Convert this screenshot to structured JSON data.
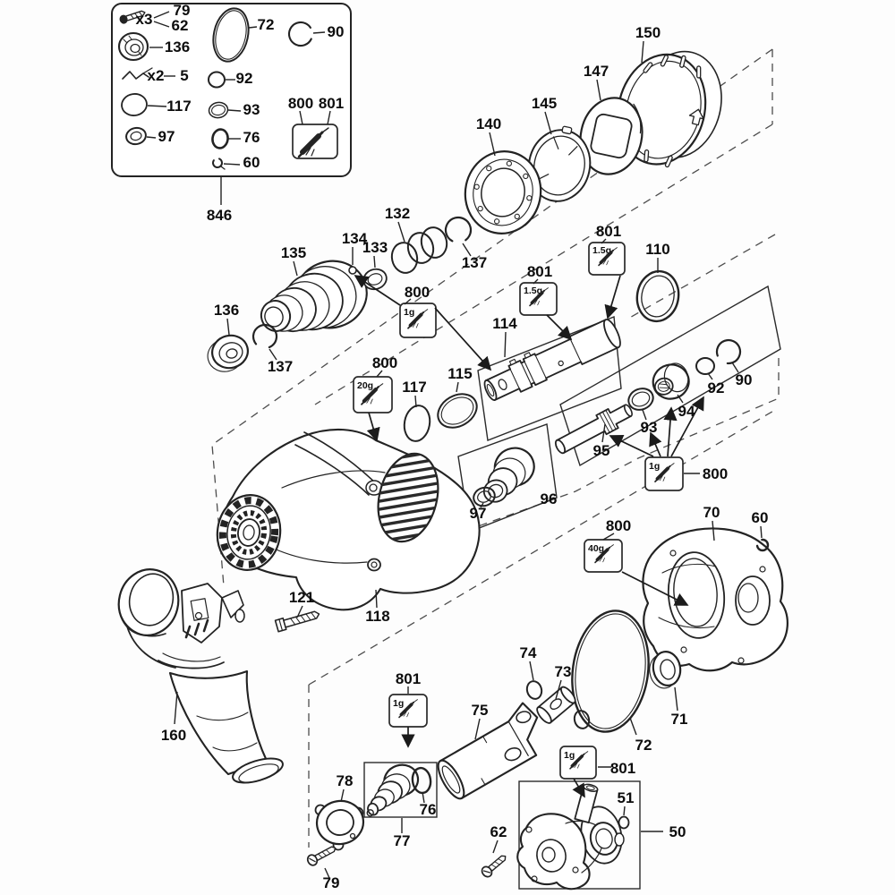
{
  "colors": {
    "ink": "#232323",
    "background": "#fdfdfd"
  },
  "kit": {
    "qty3": "x3",
    "screw_a": "79",
    "screw_b": "62",
    "bearing": "136",
    "qty2": "x2",
    "clip": "5",
    "ring_117": "117",
    "seal_97": "97",
    "oring_72": "72",
    "snapring_90": "90",
    "ring_92": "92",
    "ring_93": "93",
    "oring_76": "76",
    "clip_60": "60",
    "grease_a": "800",
    "grease_b": "801",
    "box_ref": "846"
  },
  "clutch": {
    "drum": "140",
    "washer": "145",
    "plate": "147",
    "band": "150",
    "snapring": "137"
  },
  "spindle": {
    "boot": "135",
    "bearing": "136",
    "snapring": "137",
    "rings": "132",
    "washer": "133",
    "ball": "134"
  },
  "piston": {
    "part": "114",
    "seal": "110",
    "ring": "115",
    "oring": "117",
    "grease_tip": {
      "ref": "800",
      "amt": "1g"
    },
    "grease_mid": {
      "ref": "801",
      "amt": "1.5g"
    },
    "grease_rear": {
      "ref": "801",
      "amt": "1.5g"
    },
    "grease_housing": {
      "ref": "800",
      "amt": "20g"
    }
  },
  "striker": {
    "pin": "95",
    "ring": "93",
    "cup": "94",
    "ring_92": "92",
    "snapring": "90",
    "grease": {
      "ref": "800",
      "amt": "1g"
    }
  },
  "ram": {
    "part": "96",
    "seal": "97"
  },
  "housing": {
    "gearcase": "118",
    "screw": "121",
    "side_handle": "160"
  },
  "clamshell": {
    "part": "70",
    "clip": "60",
    "bearing": "71",
    "oring": "72",
    "grease": {
      "ref": "800",
      "amt": "40g"
    }
  },
  "lower": {
    "ring": "74",
    "pin": "73",
    "cylinder": "75",
    "grease": {
      "ref": "801",
      "amt": "1g"
    },
    "boot": "77",
    "boot_oring": "76",
    "clamp": "78",
    "screw": "79"
  },
  "crank": {
    "screw": "62",
    "grease": {
      "ref": "801",
      "amt": "1g"
    },
    "assembly": "50",
    "oring": "51"
  }
}
